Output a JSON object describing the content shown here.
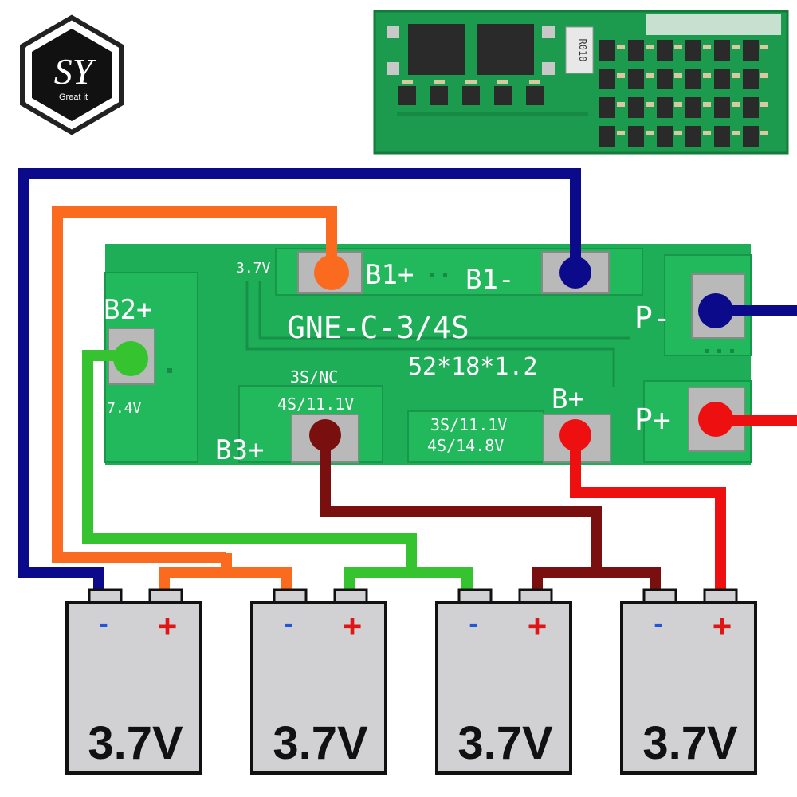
{
  "logo": {
    "mark": "SY",
    "tagline": "Great it"
  },
  "board": {
    "model": "GNE-C-3/4S",
    "size": "52*18*1.2",
    "labels": {
      "v37": "3.7V",
      "b1_plus": "B1+",
      "b1_minus": "B1-",
      "b2_plus": "B2+",
      "v74": "7.4V",
      "b3_plus": "B3+",
      "s3_nc": "3S/NC",
      "s4_111": "4S/11.1V",
      "s3_111": "3S/11.1V",
      "s4_148": "4S/14.8V",
      "b_plus": "B+",
      "p_minus": "P-",
      "p_plus": "P+"
    }
  },
  "photo": {
    "resistor_code": "R010"
  },
  "batteries": [
    {
      "minus": "-",
      "plus": "+",
      "voltage": "3.7V"
    },
    {
      "minus": "-",
      "plus": "+",
      "voltage": "3.7V"
    },
    {
      "minus": "-",
      "plus": "+",
      "voltage": "3.7V"
    },
    {
      "minus": "-",
      "plus": "+",
      "voltage": "3.7V"
    }
  ],
  "colors": {
    "pcb_green": "#1fae58",
    "pcb_trace": "#17914a",
    "pad_silver": "#b9b9b9",
    "wire_navy": "#0a0a8a",
    "wire_orange": "#fa6a1f",
    "wire_green": "#35c42f",
    "wire_maroon": "#7a0f0f",
    "wire_red": "#ee1010",
    "battery_gray": "#d1d1d3",
    "minus_blue": "#2255dd",
    "plus_red": "#e01515"
  }
}
